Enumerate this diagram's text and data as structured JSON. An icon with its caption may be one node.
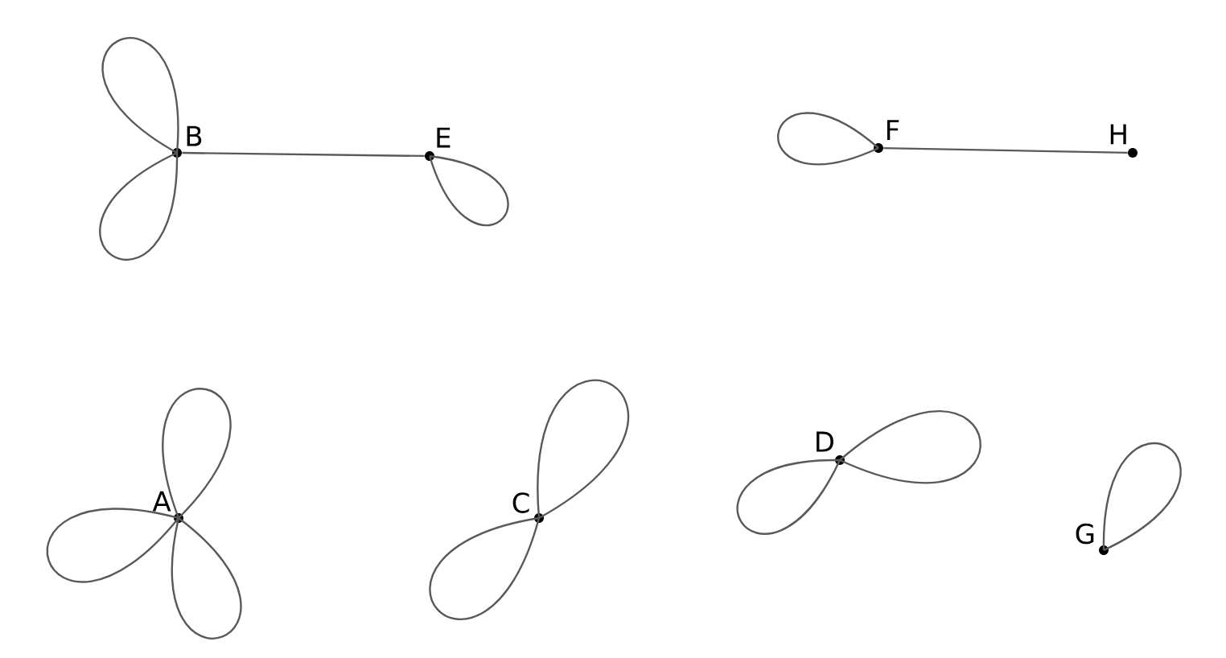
{
  "diagram": {
    "nodes": [
      {
        "text": [
          "B"
        ]
      },
      {
        "text": [
          "E"
        ]
      },
      {
        "text": [
          "F"
        ]
      },
      {
        "text": [
          "H"
        ]
      },
      {
        "text": [
          "A"
        ]
      },
      {
        "text": [
          "C"
        ]
      },
      {
        "text": [
          "D"
        ]
      },
      {
        "text": [
          "G"
        ]
      }
    ],
    "edges": [
      {
        "from": 0,
        "to": 1,
        "arrow": "none"
      },
      {
        "from": 2,
        "to": 3,
        "arrow": "none"
      },
      {
        "from": 0,
        "to": 0,
        "arrow": "none"
      },
      {
        "from": 0,
        "to": 0,
        "arrow": "none"
      },
      {
        "from": 1,
        "to": 1,
        "arrow": "none"
      },
      {
        "from": 2,
        "to": 2,
        "arrow": "none"
      },
      {
        "from": 4,
        "to": 4,
        "arrow": "none"
      },
      {
        "from": 4,
        "to": 4,
        "arrow": "none"
      },
      {
        "from": 4,
        "to": 4,
        "arrow": "none"
      },
      {
        "from": 5,
        "to": 5,
        "arrow": "none"
      },
      {
        "from": 5,
        "to": 5,
        "arrow": "none"
      },
      {
        "from": 6,
        "to": 6,
        "arrow": "none"
      },
      {
        "from": 6,
        "to": 6,
        "arrow": "none"
      },
      {
        "from": 7,
        "to": 7,
        "arrow": "none"
      }
    ]
  }
}
